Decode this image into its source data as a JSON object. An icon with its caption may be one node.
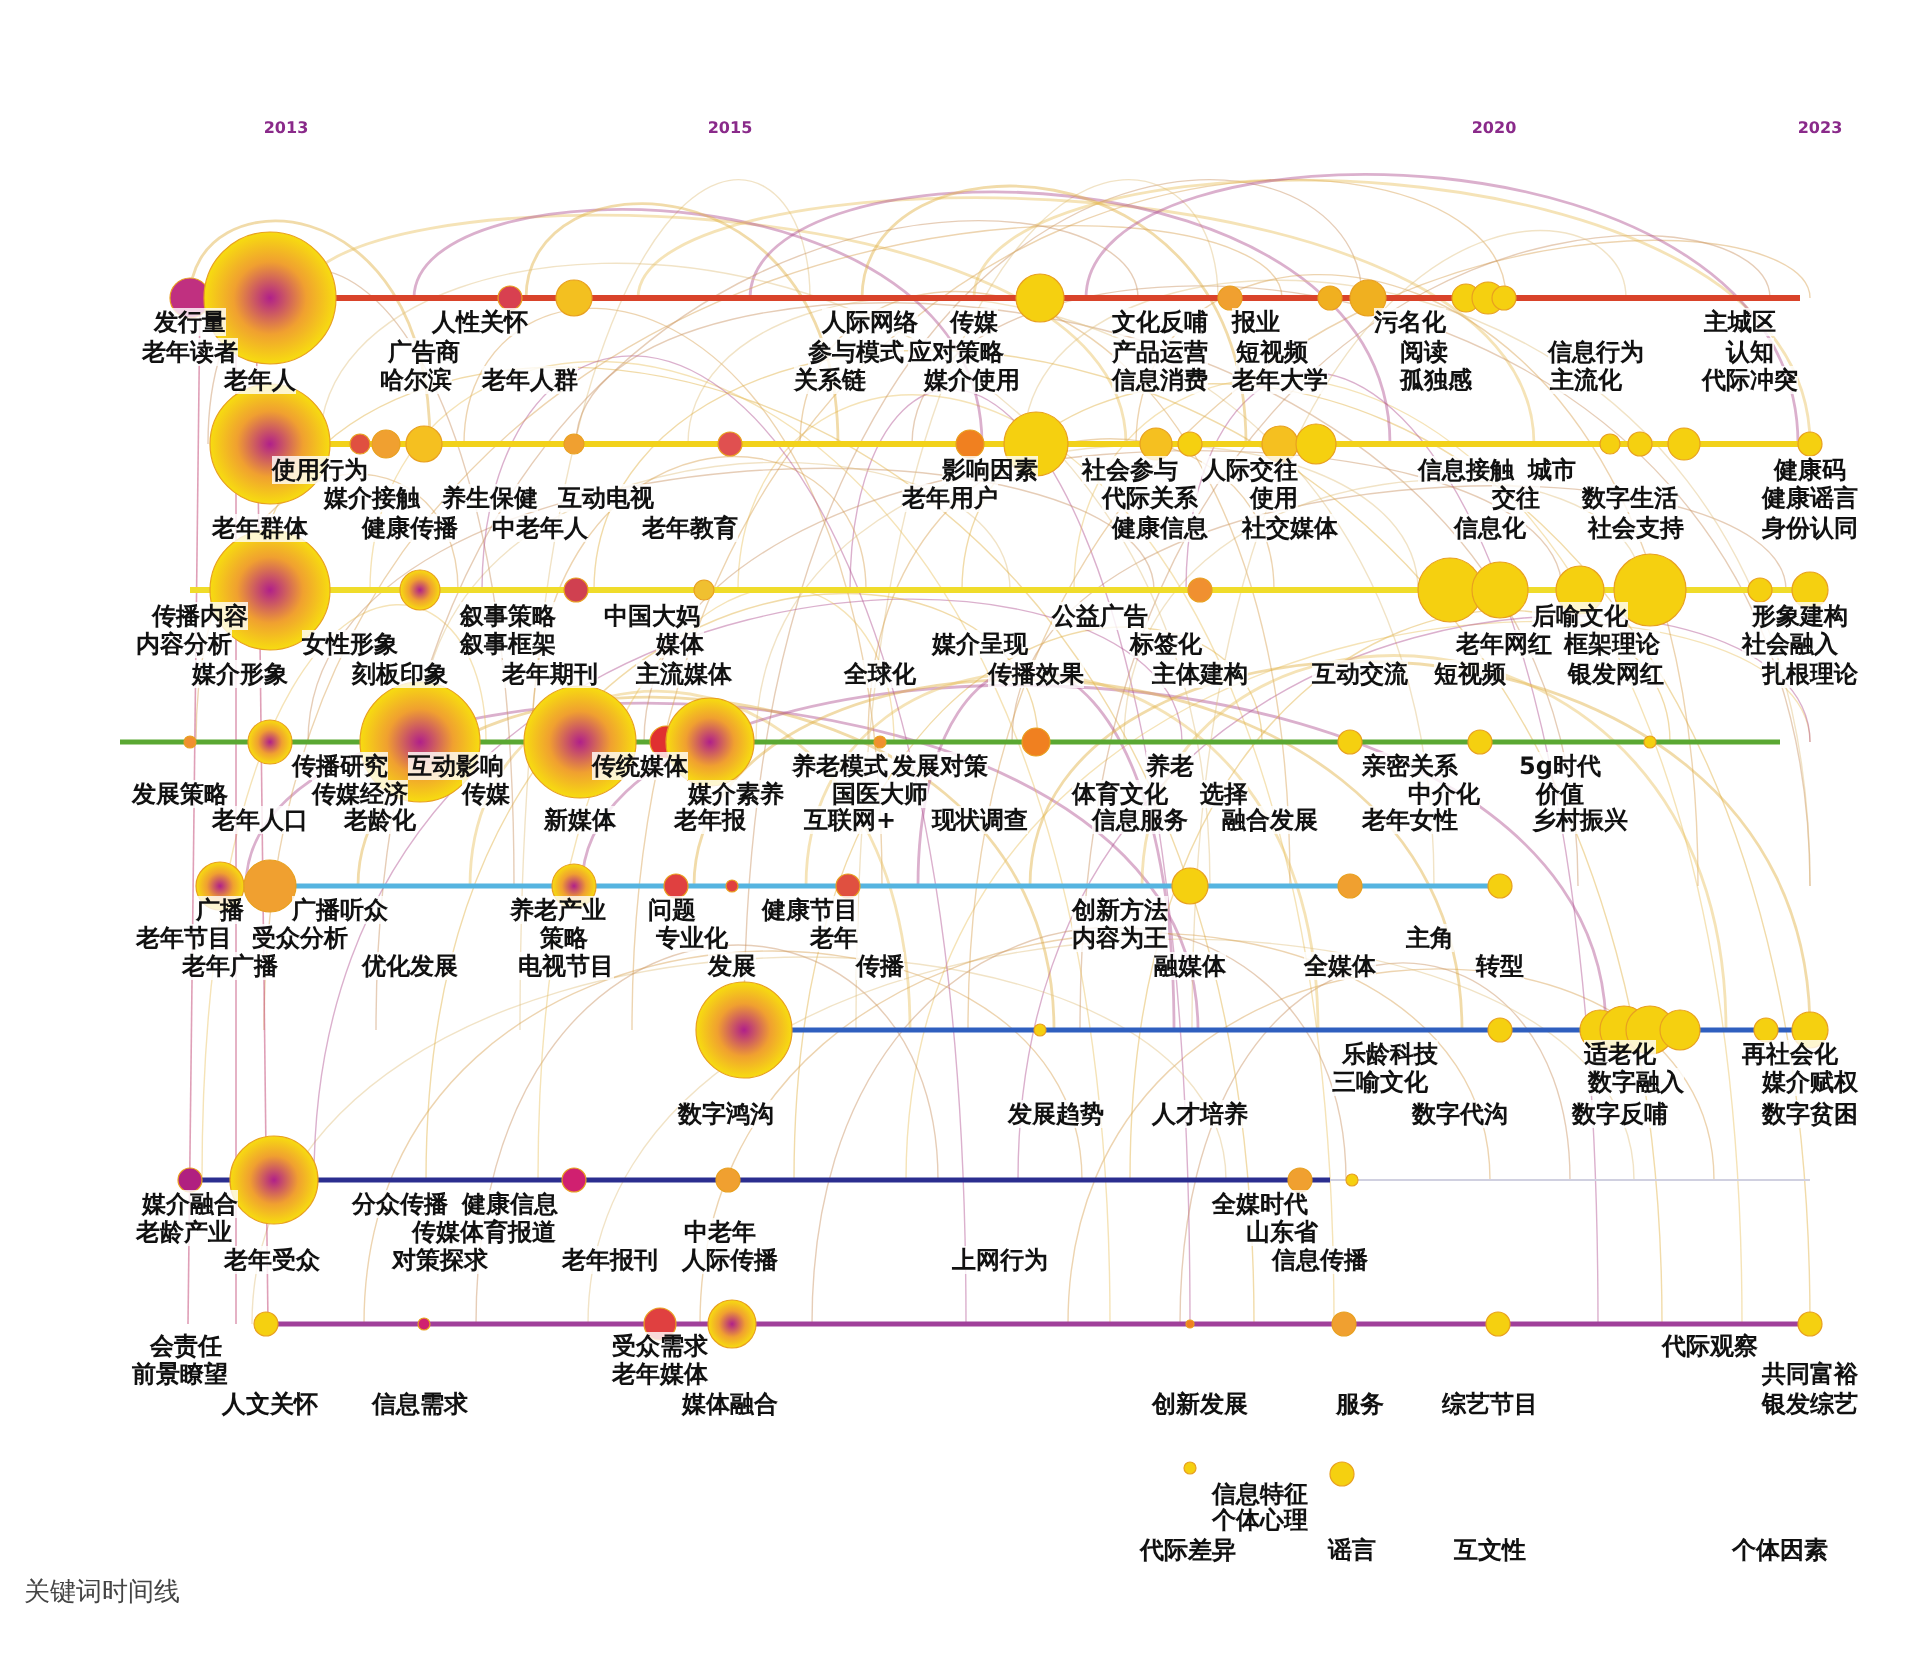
{
  "diagram": {
    "caption": "关键词时间线",
    "labels": [
      "2013",
      "2015",
      "2020",
      "2023",
      "发行量",
      "老年读者",
      "老年人",
      "人性关怀",
      "广告商",
      "哈尔滨",
      "老年人群",
      "人际网络",
      "传媒",
      "参与模式",
      "应对策略",
      "关系链",
      "媒介使用",
      "文化反哺",
      "报业",
      "产品运营",
      "短视频",
      "信息消费",
      "老年大学",
      "污名化",
      "阅读",
      "孤独感",
      "信息行为",
      "主流化",
      "主城区",
      "认知",
      "代际冲突",
      "使用行为",
      "媒介接触",
      "养生保健",
      "互动电视",
      "老年群体",
      "健康传播",
      "中老年人",
      "老年教育",
      "影响因素",
      "老年用户",
      "社会参与",
      "人际交往",
      "代际关系",
      "使用",
      "健康信息",
      "社交媒体",
      "信息接触",
      "城市",
      "交往",
      "数字生活",
      "信息化",
      "社会支持",
      "健康码",
      "健康谣言",
      "身份认同",
      "传播内容",
      "内容分析",
      "女性形象",
      "媒介形象",
      "刻板印象",
      "叙事策略",
      "叙事框架",
      "老年期刊",
      "中国大妈",
      "媒体",
      "主流媒体",
      "全球化",
      "公益广告",
      "媒介呈现",
      "传播效果",
      "标签化",
      "主体建构",
      "互动交流",
      "后喻文化",
      "老年网红",
      "框架理论",
      "短视频",
      "银发网红",
      "形象建构",
      "社会融入",
      "扎根理论",
      "传播研究",
      "发展策略",
      "传媒经济",
      "老年人口",
      "老龄化",
      "互动影响",
      "传媒",
      "新媒体",
      "传统媒体",
      "媒介素养",
      "老年报",
      "养老模式",
      "发展对策",
      "国医大师",
      "互联网+",
      "现状调查",
      "养老",
      "体育文化",
      "选择",
      "信息服务",
      "融合发展",
      "亲密关系",
      "中介化",
      "老年女性",
      "5g时代",
      "价值",
      "乡村振兴",
      "广播",
      "广播听众",
      "老年节目",
      "受众分析",
      "老年广播",
      "优化发展",
      "养老产业",
      "策略",
      "电视节目",
      "问题",
      "专业化",
      "发展",
      "健康节目",
      "老年",
      "传播",
      "创新方法",
      "内容为王",
      "融媒体",
      "主角",
      "全媒体",
      "转型",
      "数字鸿沟",
      "发展趋势",
      "人才培养",
      "乐龄科技",
      "三喻文化",
      "数字代沟",
      "适老化",
      "数字融入",
      "数字反哺",
      "再社会化",
      "媒介赋权",
      "数字贫困",
      "媒介融合",
      "老龄产业",
      "老年受众",
      "分众传播",
      "健康信息",
      "传媒体育报道",
      "对策探求",
      "中老年",
      "老年报刊",
      "人际传播",
      "上网行为",
      "全媒时代",
      "山东省",
      "信息传播",
      "会责任",
      "前景瞭望",
      "人文关怀",
      "信息需求",
      "受众需求",
      "老年媒体",
      "媒体融合",
      "代际观察",
      "共同富裕",
      "创新发展",
      "服务",
      "综艺节目",
      "银发综艺",
      "信息特征",
      "个体心理",
      "代际差异",
      "谣言",
      "互文性",
      "个体因素"
    ]
  }
}
